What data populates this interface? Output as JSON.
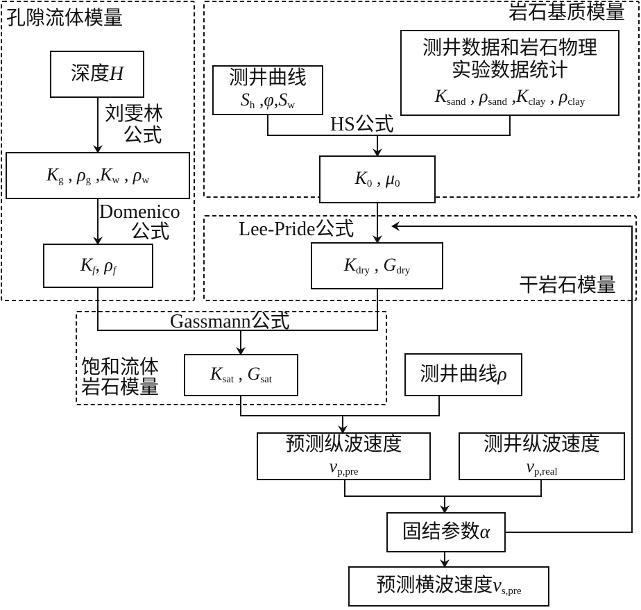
{
  "groups": {
    "pore_fluid": "孔隙流体模量",
    "rock_matrix": "岩石基质模量",
    "dry_rock": "干岩石模量",
    "saturated_line1": "饱和流体",
    "saturated_line2": "岩石模量"
  },
  "formulas": {
    "liu": "刘雯林",
    "liu_suffix": "公式",
    "domenico": "Domenico",
    "domenico_suffix": "公式",
    "hs": "HS公式",
    "lee_pride": "Lee-Pride公式",
    "gassmann": "Gassmann公式"
  },
  "nodes": {
    "depth": {
      "text": "深度",
      "var": "H"
    },
    "fluid_params": {
      "K_g": "K",
      "K_g_sub": "g",
      "rho_g": "ρ",
      "rho_g_sub": "g",
      "K_w": "K",
      "K_w_sub": "w",
      "rho_w": "ρ",
      "rho_w_sub": "w"
    },
    "fluid_mod": {
      "K": "K",
      "K_sub": "f",
      "rho": "ρ",
      "rho_sub": "f"
    },
    "log_curves": {
      "text": "测井曲线",
      "Sh": "S",
      "Sh_sub": "h",
      "phi": "φ",
      "Sw": "S",
      "Sw_sub": "w"
    },
    "stats": {
      "line1": "测井数据和岩石物理",
      "line2": "实验数据统计",
      "Ks": "K",
      "Ks_sub": "sand",
      "rs": "ρ",
      "rs_sub": "sand",
      "Kc": "K",
      "Kc_sub": "clay",
      "rc": "ρ",
      "rc_sub": "clay"
    },
    "matrix_mod": {
      "K": "K",
      "K_sub": "0",
      "mu": "μ",
      "mu_sub": "0"
    },
    "dry_mod": {
      "K": "K",
      "K_sub": "dry",
      "G": "G",
      "G_sub": "dry"
    },
    "sat_mod": {
      "K": "K",
      "K_sub": "sat",
      "G": "G",
      "G_sub": "sat"
    },
    "log_density": {
      "text": "测井曲线",
      "var": "ρ"
    },
    "pred_vp": {
      "text": "预测纵波速度",
      "v": "v",
      "v_sub": "p,pre"
    },
    "real_vp": {
      "text": "测井纵波速度",
      "v": "v",
      "v_sub": "p,real"
    },
    "consolidation": {
      "text": "固结参数",
      "var": "α"
    },
    "pred_vs": {
      "text": "预测横波速度",
      "v": "v",
      "v_sub": "s,pre"
    }
  }
}
